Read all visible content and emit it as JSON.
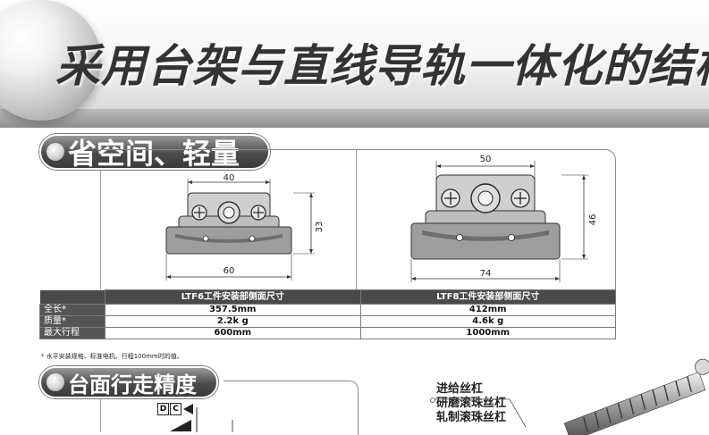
{
  "header": {
    "title": "采用台架与直线导轨一体化的结构。"
  },
  "section1": {
    "title": "省空间、轻量"
  },
  "drawings": {
    "ltf6": {
      "width": "40",
      "height": "33",
      "base": "60"
    },
    "ltf8": {
      "width": "50",
      "height": "46",
      "base": "74"
    }
  },
  "table": {
    "headers": [
      "LTF6工件安装部侧面尺寸",
      "LTF8工件安装部侧面尺寸"
    ],
    "rows": [
      {
        "label": "全长*",
        "v1": "357.5mm",
        "v2": "412mm"
      },
      {
        "label": "质量*",
        "v1": "2.2k g",
        "v2": "4.6k g"
      },
      {
        "label": "最大行程",
        "v1": "600mm",
        "v2": "1000mm"
      }
    ]
  },
  "note": "* 水平安装规格、标准电机、行程100mm时的值。",
  "section2": {
    "title": "台面行走精度",
    "tolerance": [
      "D",
      "C"
    ]
  },
  "screw_labels": [
    "进给丝杠",
    "研磨滚珠丝杠",
    "轧制滚珠丝杠"
  ]
}
